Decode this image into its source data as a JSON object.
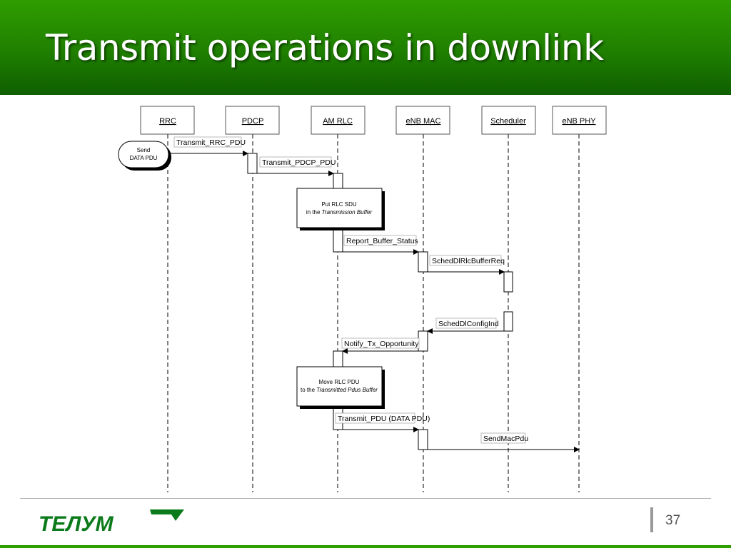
{
  "slide": {
    "title": "Transmit operations in downlink",
    "page_number": "37",
    "logo_text": "ТЕЛУМ"
  },
  "diagram": {
    "participants": [
      "RRC",
      "PDCP",
      "AM RLC",
      "eNB MAC",
      "Scheduler",
      "eNB PHY"
    ],
    "start_event": [
      "Send",
      "DATA PDU"
    ],
    "messages": [
      {
        "label": "Transmit_RRC_PDU"
      },
      {
        "label": "Transmit_PDCP_PDU"
      },
      {
        "label": "Report_Buffer_Status"
      },
      {
        "label": "SchedDlRlcBufferReq"
      },
      {
        "label": "SchedDlConfigInd"
      },
      {
        "label": "Notify_Tx_Opportunity"
      },
      {
        "label": "Transmit_PDU (DATA PDU)"
      },
      {
        "label": "SendMacPdu"
      }
    ],
    "notes": [
      {
        "line1": "Put RLC SDU",
        "line2_prefix": "in the ",
        "line2_italic": "Transmission Buffer"
      },
      {
        "line1": "Move RLC PDU",
        "line2_prefix": "to the ",
        "line2_italic": "Transmitted Pdus Buffer"
      }
    ]
  },
  "colors": {
    "header_green": "#1f7f00",
    "accent_green": "#2f9e00",
    "logo_green": "#0b7a1a"
  }
}
